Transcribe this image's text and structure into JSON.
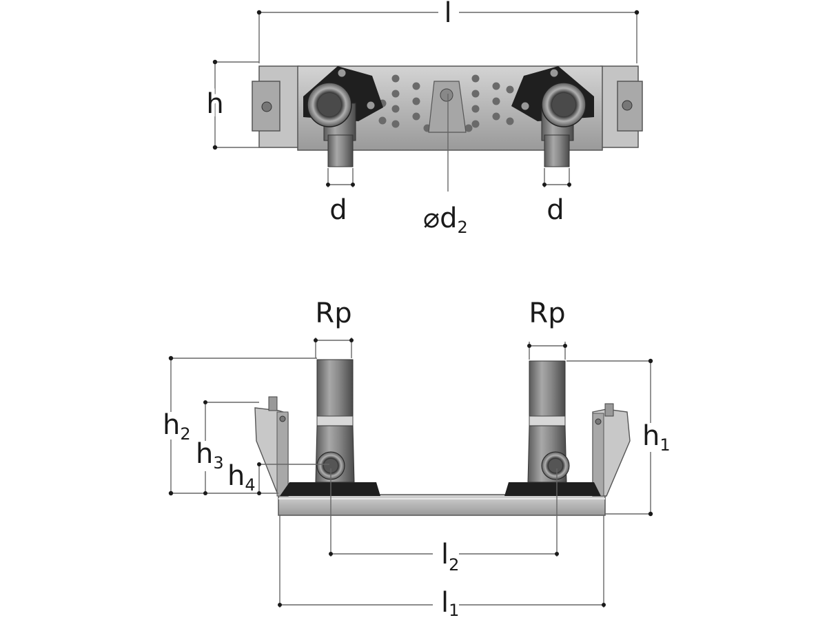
{
  "top_view": {
    "labels": {
      "length": "l",
      "height": "h",
      "pipe_left": "d",
      "pipe_right": "d",
      "hole_symbol": "⌀",
      "hole": "d",
      "hole_sub": "2"
    }
  },
  "side_view": {
    "labels": {
      "thread_left": "Rp",
      "thread_right": "Rp",
      "h1": "h",
      "h1_sub": "1",
      "h2": "h",
      "h2_sub": "2",
      "h3": "h",
      "h3_sub": "3",
      "h4": "h",
      "h4_sub": "4",
      "l1": "l",
      "l1_sub": "1",
      "l2": "l",
      "l2_sub": "2"
    }
  },
  "colors": {
    "plate": "#b9b9b9",
    "plate_dark": "#8a8a8a",
    "fitting": "#7a7a7a",
    "clip": "#1f1f1f",
    "hole": "#6a6a6a"
  }
}
